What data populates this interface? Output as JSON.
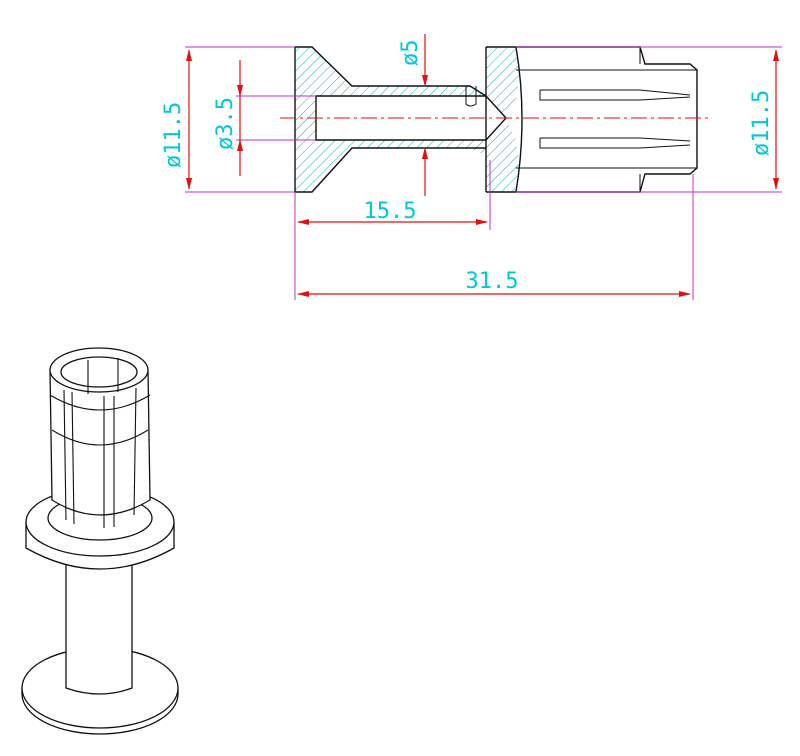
{
  "colors": {
    "dimension_text": "#00c8d8",
    "dimension_line": "#e01010",
    "extension_line": "#c030c0",
    "hatch": "#10b0b0",
    "outline": "#111111",
    "centerline": "#e01010"
  },
  "dimensions": {
    "neck_diameter": "ø5",
    "left_diameter": "ø11.5",
    "bore_diameter": "ø3.5",
    "right_diameter": "ø11.5",
    "neck_length": "15.5",
    "overall_length": "31.5"
  }
}
